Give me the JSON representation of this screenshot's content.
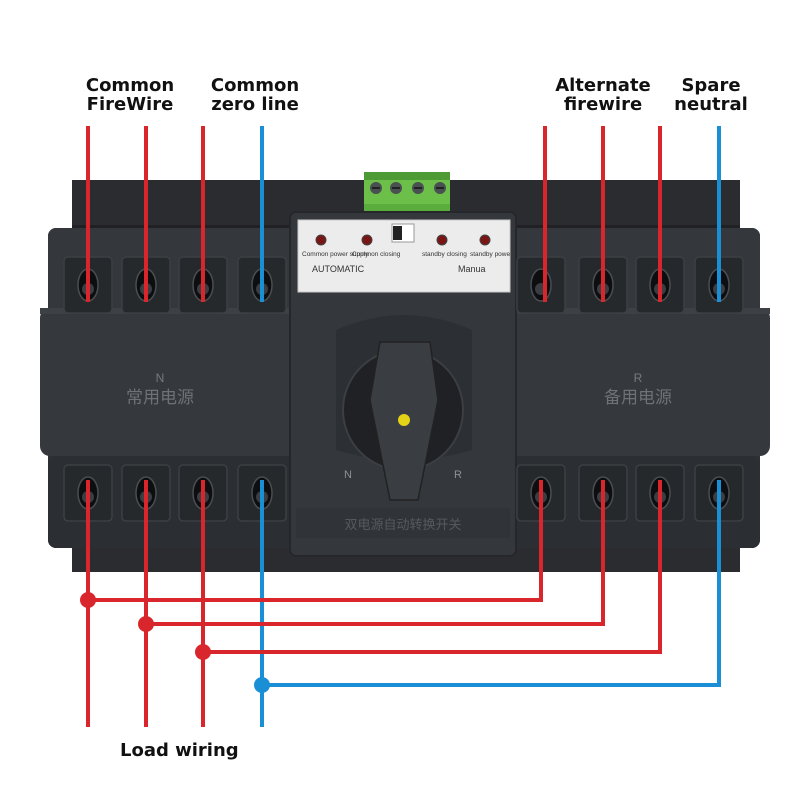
{
  "labels": {
    "common_firewire": "Common\nFireWire",
    "common_zero_line": "Common\nzero line",
    "alternate_firewire": "Alternate\nfirewire",
    "spare_neutral": "Spare\nneutral",
    "load_wiring": "Load wiring"
  },
  "panel": {
    "common_power_supply": "Common power supply",
    "common_closing": "Common closing",
    "standby_closing": "standby closing",
    "standby_power": "standby power",
    "automatic": "AUTOMATIC",
    "manual": "Manua"
  },
  "body_text": {
    "left_letter": "N",
    "left_chinese": "常用电源",
    "right_letter": "R",
    "right_chinese": "备用电源",
    "knob_left": "N",
    "knob_right": "R",
    "bottom_plate": "双电源自动转换开关"
  },
  "colors": {
    "fire_wire": "#d9262c",
    "neutral_wire": "#1a8fd6",
    "device_body": "#2e3135"
  }
}
